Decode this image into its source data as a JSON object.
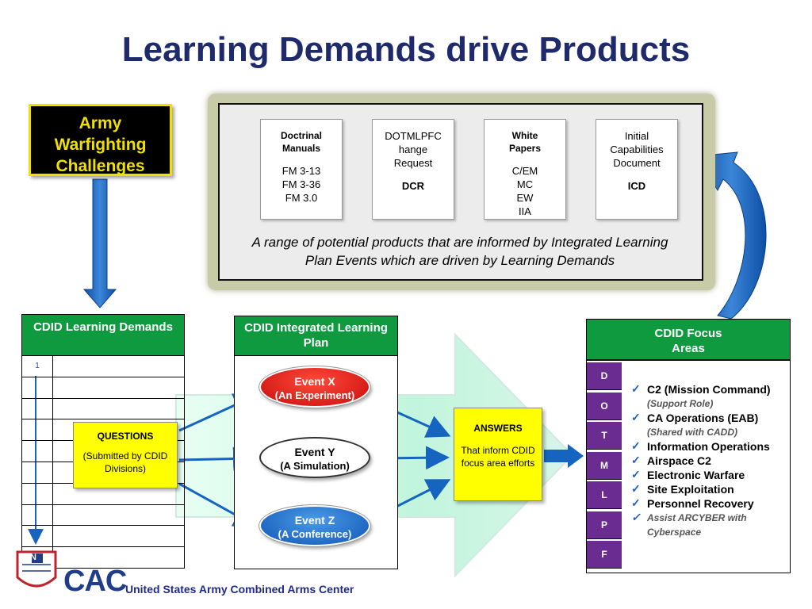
{
  "title": "Learning Demands drive Products",
  "warfighting": "Army\nWarfighting\nChallenges",
  "products": [
    {
      "lines": [
        "Doctrinal",
        "Manuals"
      ],
      "bold": true,
      "items": [
        "FM 3-13",
        "FM 3-36",
        "FM 3.0"
      ],
      "tag": ""
    },
    {
      "lines": [
        "DOTMLPFC",
        "hange",
        "Request"
      ],
      "bold": false,
      "items": [],
      "tag": "DCR"
    },
    {
      "lines": [
        "White",
        "Papers"
      ],
      "bold": true,
      "items": [
        "C/EM",
        "MC",
        "EW",
        "IIA"
      ],
      "tag": ""
    },
    {
      "lines": [
        "Initial",
        "Capabilities",
        "Document"
      ],
      "bold": false,
      "items": [],
      "tag": "ICD"
    }
  ],
  "products_caption": "A range of potential products that are informed by Integrated Learning Plan Events which are driven by Learning Demands",
  "learning_demands": {
    "header": "CDID Learning Demands",
    "first_row_number": "1",
    "last_row_marker": "N"
  },
  "questions": {
    "title": "QUESTIONS",
    "body": "(Submitted by CDID Divisions)"
  },
  "ilp": {
    "header": "CDID Integrated Learning Plan",
    "events": [
      {
        "name": "Event X",
        "type": "(An Experiment)"
      },
      {
        "name": "Event Y",
        "type": "(A Simulation)"
      },
      {
        "name": "Event Z",
        "type": "(A Conference)"
      }
    ]
  },
  "answers": {
    "title": "ANSWERS",
    "body": "That inform CDID focus area efforts"
  },
  "focus": {
    "header_line1": "CDID Focus",
    "header_line2": "Areas",
    "letters": [
      "D",
      "O",
      "T",
      "M",
      "L",
      "P",
      "F"
    ],
    "items": [
      {
        "label": "C2 (Mission Command)",
        "note": "(Support Role)"
      },
      {
        "label": "CA Operations (EAB)",
        "note": "(Shared with CADD)"
      },
      {
        "label": "Information Operations",
        "note": ""
      },
      {
        "label": "Airspace C2",
        "note": ""
      },
      {
        "label": "Electronic Warfare",
        "note": ""
      },
      {
        "label": "Site Exploitation",
        "note": ""
      },
      {
        "label": "Personnel Recovery",
        "note": ""
      }
    ],
    "last_item": "Assist ARCYBER with Cyberspace"
  },
  "logo_text": "CAC",
  "footer": "United States Army Combined Arms Center",
  "colors": {
    "title": "#1f2a6b",
    "green_header": "#0f9a3f",
    "arrow_blue": "#1565c0",
    "letter_purple": "#6a2c91",
    "highlight_yellow": "#ffff00",
    "event_red": "#d01010",
    "event_blue": "#1565c0"
  }
}
